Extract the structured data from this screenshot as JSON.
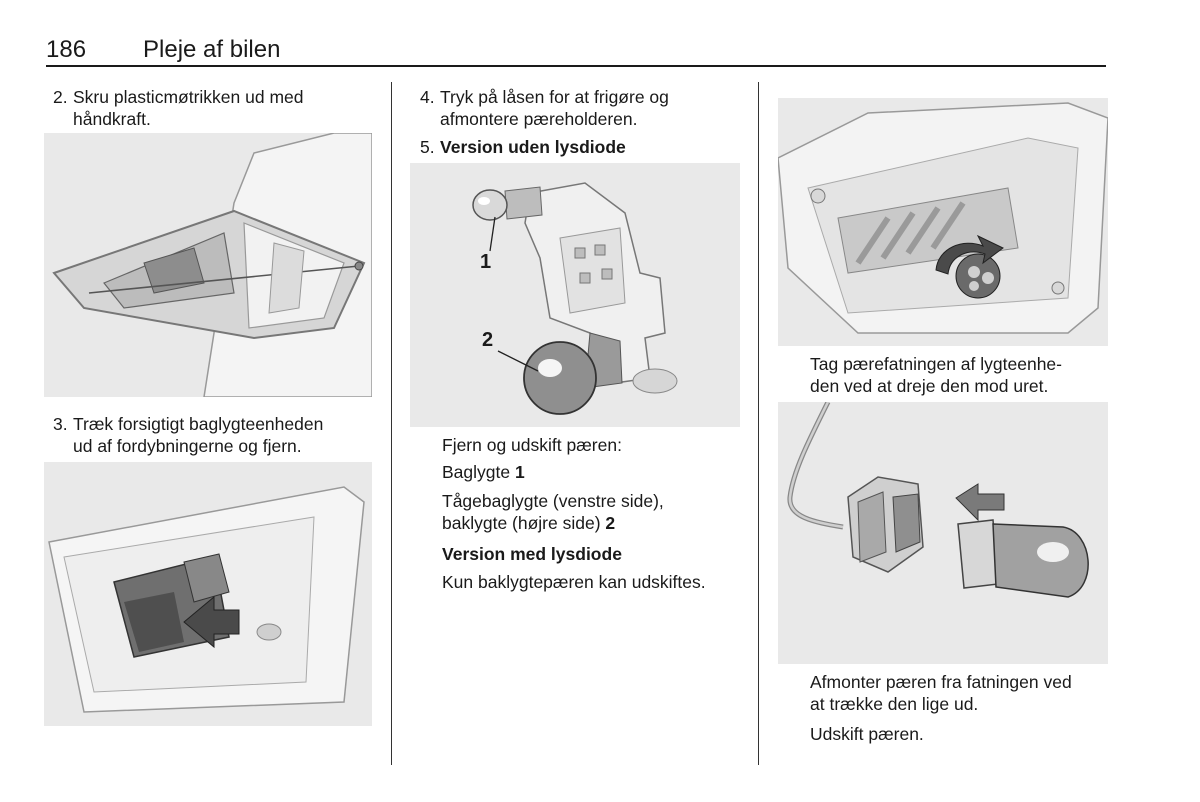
{
  "header": {
    "page_number": "186",
    "title": "Pleje af bilen"
  },
  "col1": {
    "step2_num": "2.",
    "step2_line1": "Skru plasticmøtrikken ud med",
    "step2_line2": "håndkraft.",
    "step3_num": "3.",
    "step3_line1": "Træk forsigtigt baglygteenheden",
    "step3_line2": "ud af fordybningerne og fjern."
  },
  "col2": {
    "step4_num": "4.",
    "step4_line1": "Tryk på låsen for at frigøre og",
    "step4_line2": "afmontere pæreholderen.",
    "step5_num": "5.",
    "step5_label": "Version uden lysdiode",
    "callout_1": "1",
    "callout_2": "2",
    "remove_replace": "Fjern og udskift pæren:",
    "tail_light": "Baglygte",
    "tail_light_ref": "1",
    "fog_line1": "Tågebaglygte (venstre side),",
    "fog_line2": "baklygte (højre side)",
    "fog_ref": "2",
    "led_version": "Version med lysdiode",
    "led_note": "Kun baklygtepæren kan udskiftes."
  },
  "col3": {
    "caption1_line1": "Tag pærefatningen af lygteenhe-",
    "caption1_line2": "den ved at dreje den mod uret.",
    "caption2_line1": "Afmonter pæren fra fatningen ved",
    "caption2_line2": "at trække den lige ud.",
    "caption3": "Udskift pæren."
  }
}
